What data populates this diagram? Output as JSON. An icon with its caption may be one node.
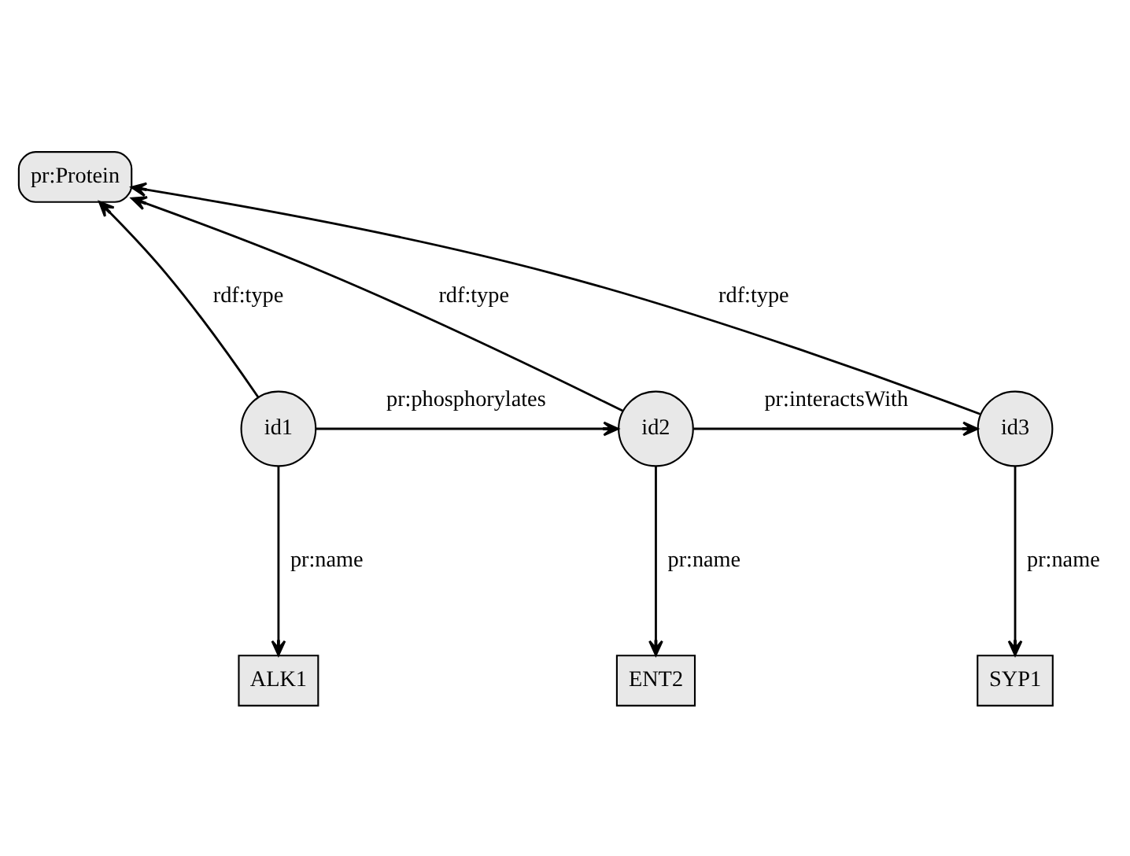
{
  "diagram": {
    "nodes": [
      {
        "text": [
          "pr:Protein"
        ]
      },
      {
        "text": [
          "id1"
        ]
      },
      {
        "text": [
          "id2"
        ]
      },
      {
        "text": [
          "id3"
        ]
      },
      {
        "text": [
          "ALK1"
        ]
      },
      {
        "text": [
          "ENT2"
        ]
      },
      {
        "text": [
          "SYP1"
        ]
      }
    ],
    "edges": [
      {
        "from": 1,
        "to": 0,
        "arrow": "to",
        "label": "rdf:type"
      },
      {
        "from": 2,
        "to": 0,
        "arrow": "to",
        "label": "rdf:type"
      },
      {
        "from": 3,
        "to": 0,
        "arrow": "to",
        "label": "rdf:type"
      },
      {
        "from": 1,
        "to": 2,
        "arrow": "to",
        "label": "pr:phosphorylates"
      },
      {
        "from": 2,
        "to": 3,
        "arrow": "to",
        "label": "pr:interactsWith"
      },
      {
        "from": 1,
        "to": 4,
        "arrow": "to",
        "label": "pr:name"
      },
      {
        "from": 2,
        "to": 5,
        "arrow": "to",
        "label": "pr:name"
      },
      {
        "from": 3,
        "to": 6,
        "arrow": "to",
        "label": "pr:name"
      }
    ]
  }
}
